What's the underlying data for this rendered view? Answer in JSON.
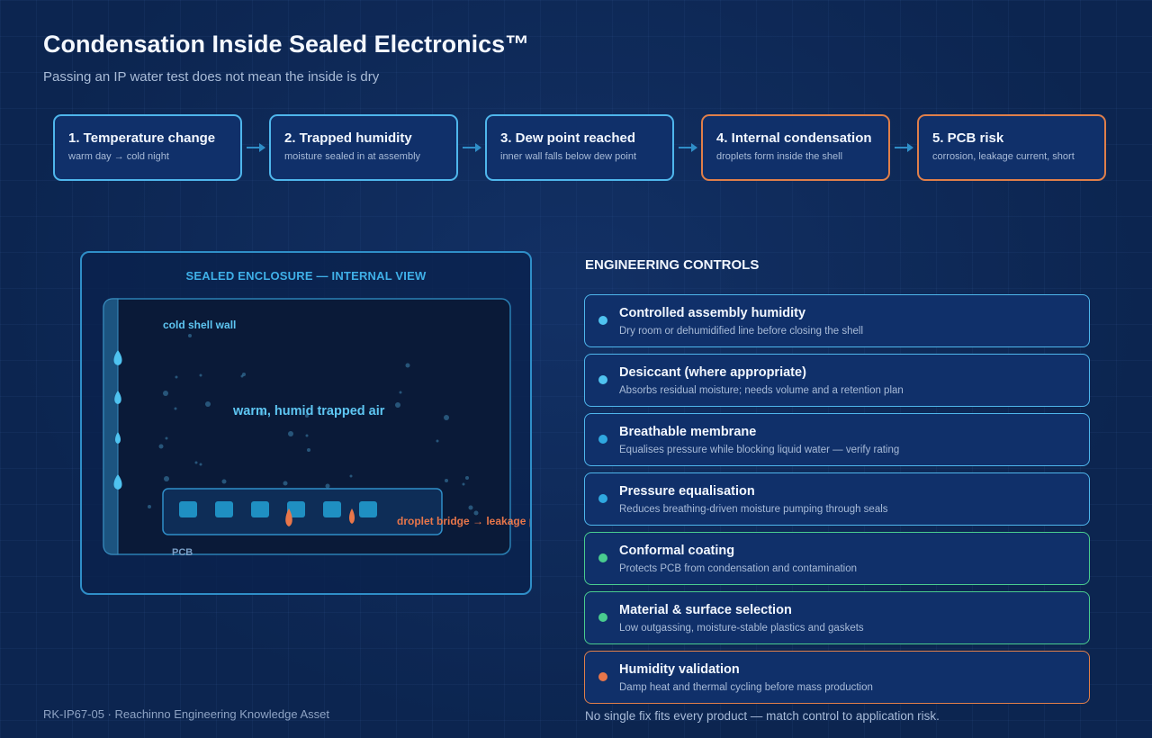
{
  "header": {
    "title": "Condensation Inside Sealed Electronics™",
    "subtitle": "Passing an IP water test does not mean the inside is dry"
  },
  "steps": [
    {
      "title": "1. Temperature change",
      "desc": "warm day → cold night",
      "status": "normal"
    },
    {
      "title": "2. Trapped humidity",
      "desc": "moisture sealed in at assembly",
      "status": "normal"
    },
    {
      "title": "3. Dew point reached",
      "desc": "inner wall falls below dew point",
      "status": "normal"
    },
    {
      "title": "4. Internal condensation",
      "desc": "droplets form inside the shell",
      "status": "warning"
    },
    {
      "title": "5. PCB risk",
      "desc": "corrosion, leakage current, short",
      "status": "warning"
    }
  ],
  "enclosure": {
    "title": "SEALED ENCLOSURE — INTERNAL VIEW",
    "wall_label": "cold shell wall",
    "air_label": "warm, humid trapped air",
    "pcb_label": "PCB",
    "risk_label": "droplet bridge → leakage path"
  },
  "controls": {
    "title": "ENGINEERING CONTROLS",
    "items": [
      {
        "title": "Controlled assembly humidity",
        "desc": "Dry room or dehumidified line before closing the shell",
        "color": "#4fc3f0"
      },
      {
        "title": "Desiccant (where appropriate)",
        "desc": "Absorbs residual moisture; needs volume and a retention plan",
        "color": "#4fc3f0"
      },
      {
        "title": "Breathable membrane",
        "desc": "Equalises pressure while blocking liquid water — verify rating",
        "color": "#2fa8e0"
      },
      {
        "title": "Pressure equalisation",
        "desc": "Reduces breathing-driven moisture pumping through seals",
        "color": "#2fa8e0"
      },
      {
        "title": "Conformal coating",
        "desc": "Protects PCB from condensation and contamination",
        "color": "#49cc8f"
      },
      {
        "title": "Material & surface selection",
        "desc": "Low outgassing, moisture-stable plastics and gaskets",
        "color": "#49cc8f"
      },
      {
        "title": "Humidity validation",
        "desc": "Damp heat and thermal cycling before mass production",
        "color": "#e8764a"
      }
    ]
  },
  "footer": {
    "left": "RK-IP67-05 · Reachinno Engineering Knowledge Asset",
    "right": "No single fix fits every product — match control to application risk."
  },
  "colors": {
    "accent_blue": "#4fb6ec",
    "warning_orange": "#e07f4a",
    "success_green": "#49cc8f",
    "background": "#0c2550"
  }
}
